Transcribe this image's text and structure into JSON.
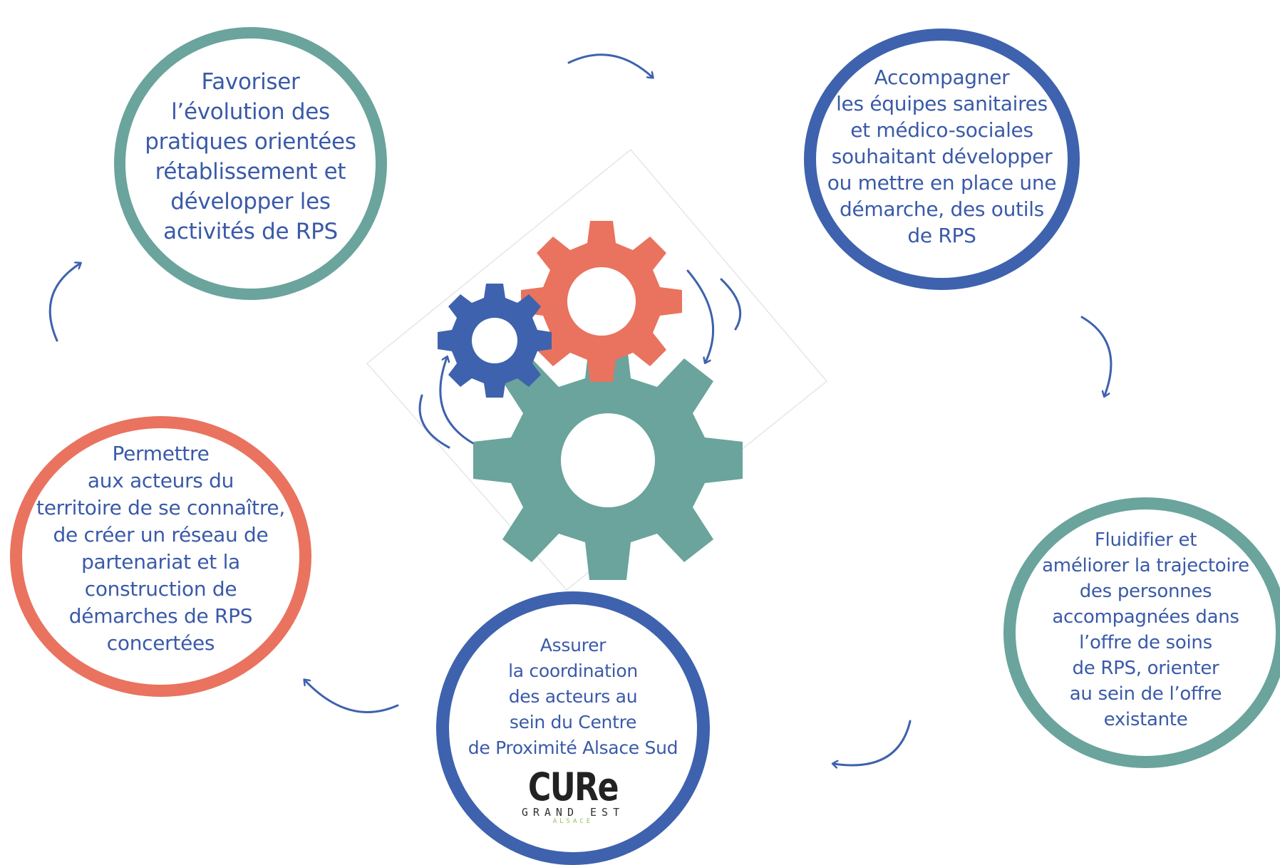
{
  "circles": {
    "favoriser": "Favoriser\nl’évolution des\npratiques orientées\nrétablissement et\ndévelopper les\nactivités de RPS",
    "accompagner": "Accompagner\nles équipes sanitaires\net médico-sociales\nsouhaitant développer\nou mettre en place une\ndémarche, des outils\nde RPS",
    "permettre": "Permettre\naux acteurs du\nterritoire de se connaître,\nde créer un réseau de\npartenariat et la\nconstruction de\ndémarches de RPS\nconcertées",
    "fluidifier": "Fluidifier et\naméliorer la trajectoire\ndes personnes\naccompagnées dans\nl’offre de soins\nde RPS, orienter\nau sein de l’offre\nexistante",
    "assurer": "Assurer\nla coordination\ndes acteurs au\nsein du Centre\nde Proximité Alsace Sud"
  },
  "logo": {
    "main": "CURe",
    "sub": "GRAND EST",
    "sub2": "ALSACE"
  },
  "colors": {
    "teal": "#6aa49c",
    "blue": "#3e62ad",
    "coral": "#e9735f"
  },
  "icons": [
    "gear-large-icon",
    "gear-medium-icon",
    "gear-small-icon",
    "cycle-arrow-icon"
  ]
}
